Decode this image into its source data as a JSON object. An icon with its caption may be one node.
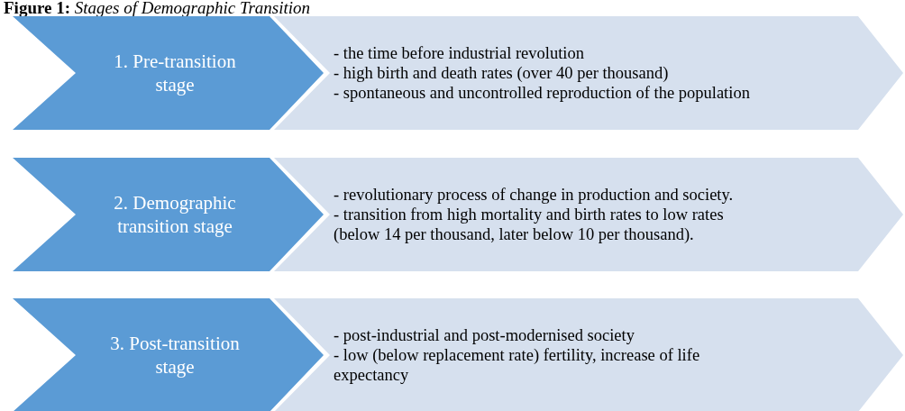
{
  "diagram": {
    "title": "**Figure 1:** *Stages of Demographic Transition*",
    "nodes": [
      {
        "text": [
          "1. Pre-transition stage"
        ]
      },
      {
        "text": [
          "- the time before industrial revolution",
          "- high birth and death rates (over 40 per thousand)",
          "- spontaneous and uncontrolled reproduction of the population"
        ]
      },
      {
        "text": [
          "2. Demographic transition stage"
        ]
      },
      {
        "text": [
          "- revolutionary process of change in production and society.",
          "- transition from high mortality and birth rates to low rates (below 14 per thousand, later below 10 per thousand)."
        ]
      },
      {
        "text": [
          "3. Post-transition stage"
        ]
      },
      {
        "text": [
          "- post-industrial and post-modernised society",
          "- low (below replacement rate) fertility, increase of life expectancy"
        ]
      }
    ]
  }
}
